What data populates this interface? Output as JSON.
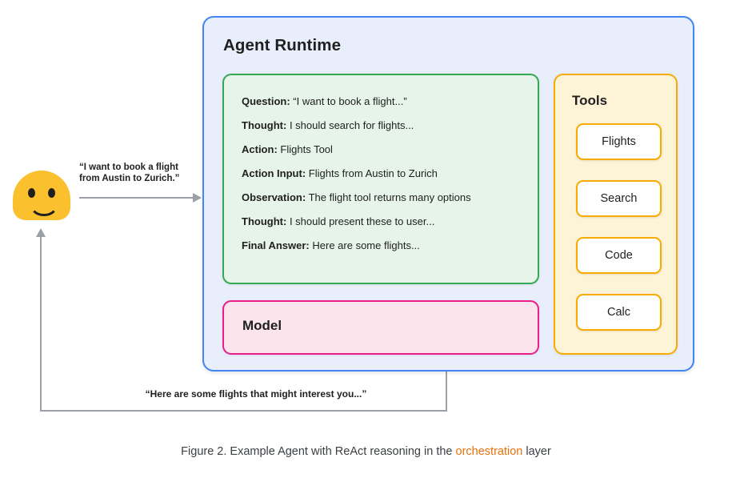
{
  "diagram": {
    "user": {
      "avatar_name": "smiley-face-avatar",
      "request_text": "“I want to book a flight\nfrom Austin to Zurich.”",
      "response_text": "“Here are some flights that might interest you...”"
    },
    "agent_runtime": {
      "title": "Agent Runtime",
      "accent_color": "#4285F4",
      "fill_color": "#E8EEFB"
    },
    "react_trace": {
      "accent_color": "#34A853",
      "fill_color": "#E6F4EA",
      "lines": [
        {
          "key": "Question:",
          "value": "“I want to book a flight...”"
        },
        {
          "key": "Thought:",
          "value": "I should search for flights..."
        },
        {
          "key": "Action:",
          "value": "Flights Tool"
        },
        {
          "key": "Action Input:",
          "value": "Flights from Austin to Zurich"
        },
        {
          "key": "Observation:",
          "value": "The flight tool returns many options"
        },
        {
          "key": "Thought:",
          "value": "I should present these to user..."
        },
        {
          "key": "Final Answer:",
          "value": "Here are some flights..."
        }
      ]
    },
    "model": {
      "label": "Model",
      "accent_color": "#E91E8C",
      "fill_color": "#FCE4EC"
    },
    "tools": {
      "title": "Tools",
      "accent_color": "#F9AB00",
      "fill_color": "#FDF3D7",
      "items": [
        {
          "label": "Flights"
        },
        {
          "label": "Search"
        },
        {
          "label": "Code"
        },
        {
          "label": "Calc"
        }
      ]
    }
  },
  "caption": {
    "prefix": "Figure 2. Example Agent with ReAct reasoning in the ",
    "highlight": "orchestration",
    "suffix": " layer",
    "highlight_color": "#E8710A"
  }
}
